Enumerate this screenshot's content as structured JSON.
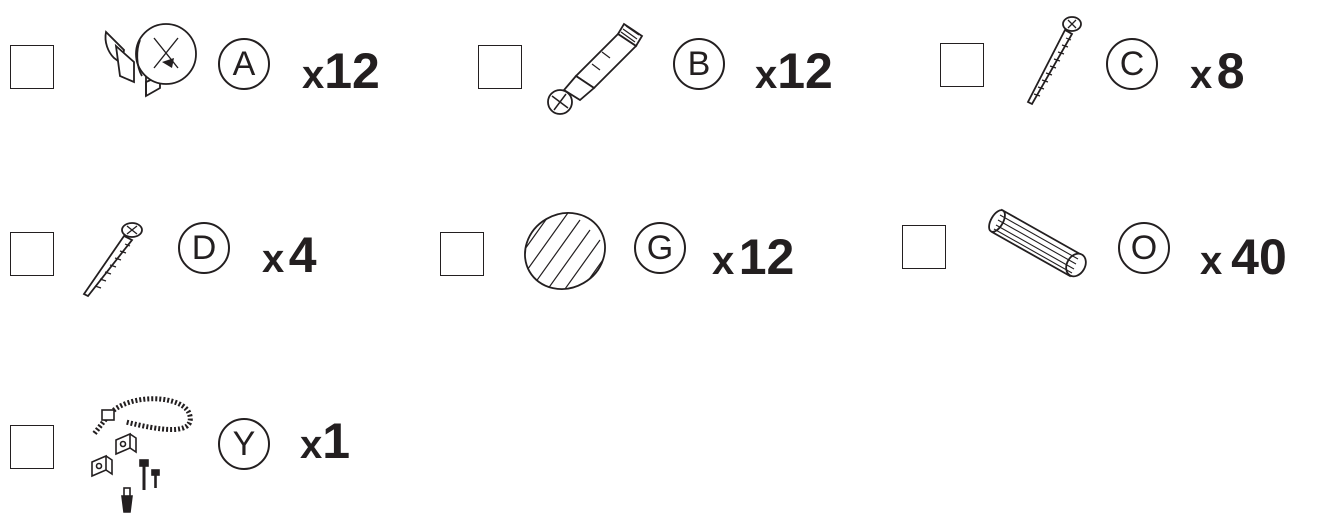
{
  "parts": [
    {
      "id": "A",
      "letter": "A",
      "x": "x",
      "count": "12",
      "icon": "cam-lock-icon"
    },
    {
      "id": "B",
      "letter": "B",
      "x": "x",
      "count": "12",
      "icon": "cam-bolt-icon"
    },
    {
      "id": "C",
      "letter": "C",
      "x": "x",
      "count": "8",
      "icon": "long-screw-icon"
    },
    {
      "id": "D",
      "letter": "D",
      "x": "x",
      "count": "4",
      "icon": "short-screw-icon"
    },
    {
      "id": "G",
      "letter": "G",
      "x": "x",
      "count": "12",
      "icon": "cover-cap-icon"
    },
    {
      "id": "O",
      "letter": "O",
      "x": "x",
      "count": "40",
      "icon": "wood-dowel-icon"
    },
    {
      "id": "Y",
      "letter": "Y",
      "x": "x",
      "count": "1",
      "icon": "anti-tip-kit-icon"
    }
  ]
}
